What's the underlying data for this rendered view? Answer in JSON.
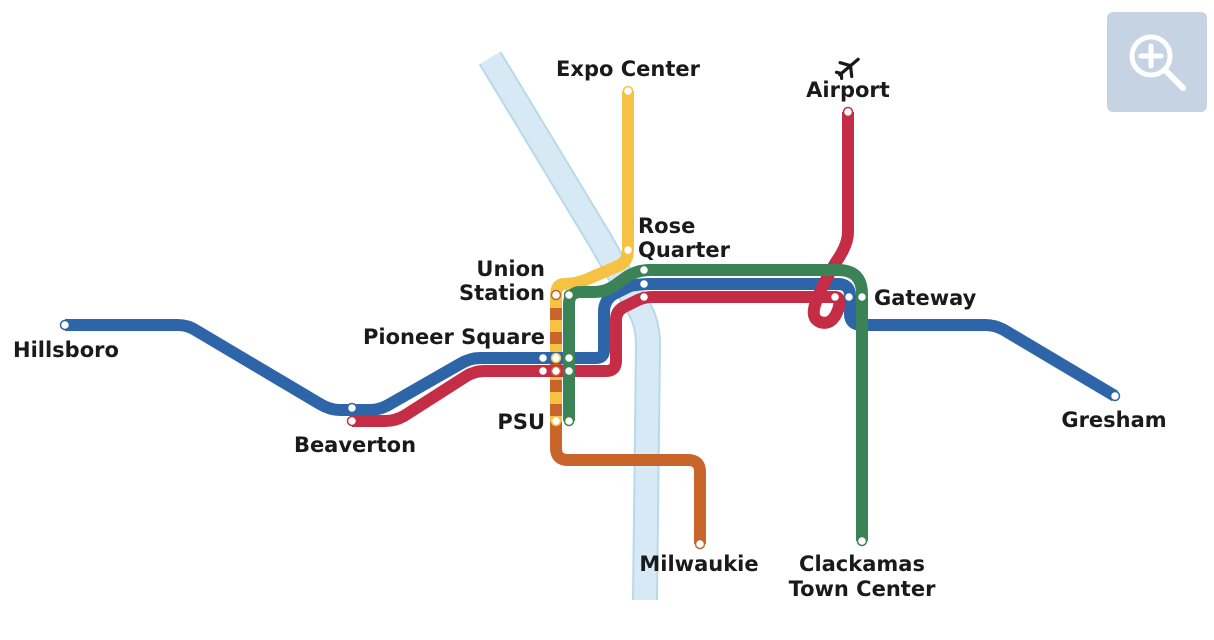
{
  "map": {
    "colors": {
      "blue": "#2e65a9",
      "red": "#c42d45",
      "green": "#3b8256",
      "yellow": "#f6c244",
      "orange": "#c7652a",
      "river": "#d7e9f4",
      "river_edge": "#b8d9ec"
    },
    "labels": {
      "expo_center": "Expo Center",
      "airport": "Airport",
      "rose_quarter_1": "Rose",
      "rose_quarter_2": "Quarter",
      "union_station_1": "Union",
      "union_station_2": "Station",
      "gateway": "Gateway",
      "hillsboro": "Hillsboro",
      "pioneer_square": "Pioneer Square",
      "beaverton": "Beaverton",
      "psu": "PSU",
      "gresham": "Gresham",
      "milwaukie": "Milwaukie",
      "clackamas_1": "Clackamas",
      "clackamas_2": "Town Center"
    },
    "icons": {
      "airport": "airplane-icon",
      "zoom": "zoom-in-icon"
    }
  }
}
